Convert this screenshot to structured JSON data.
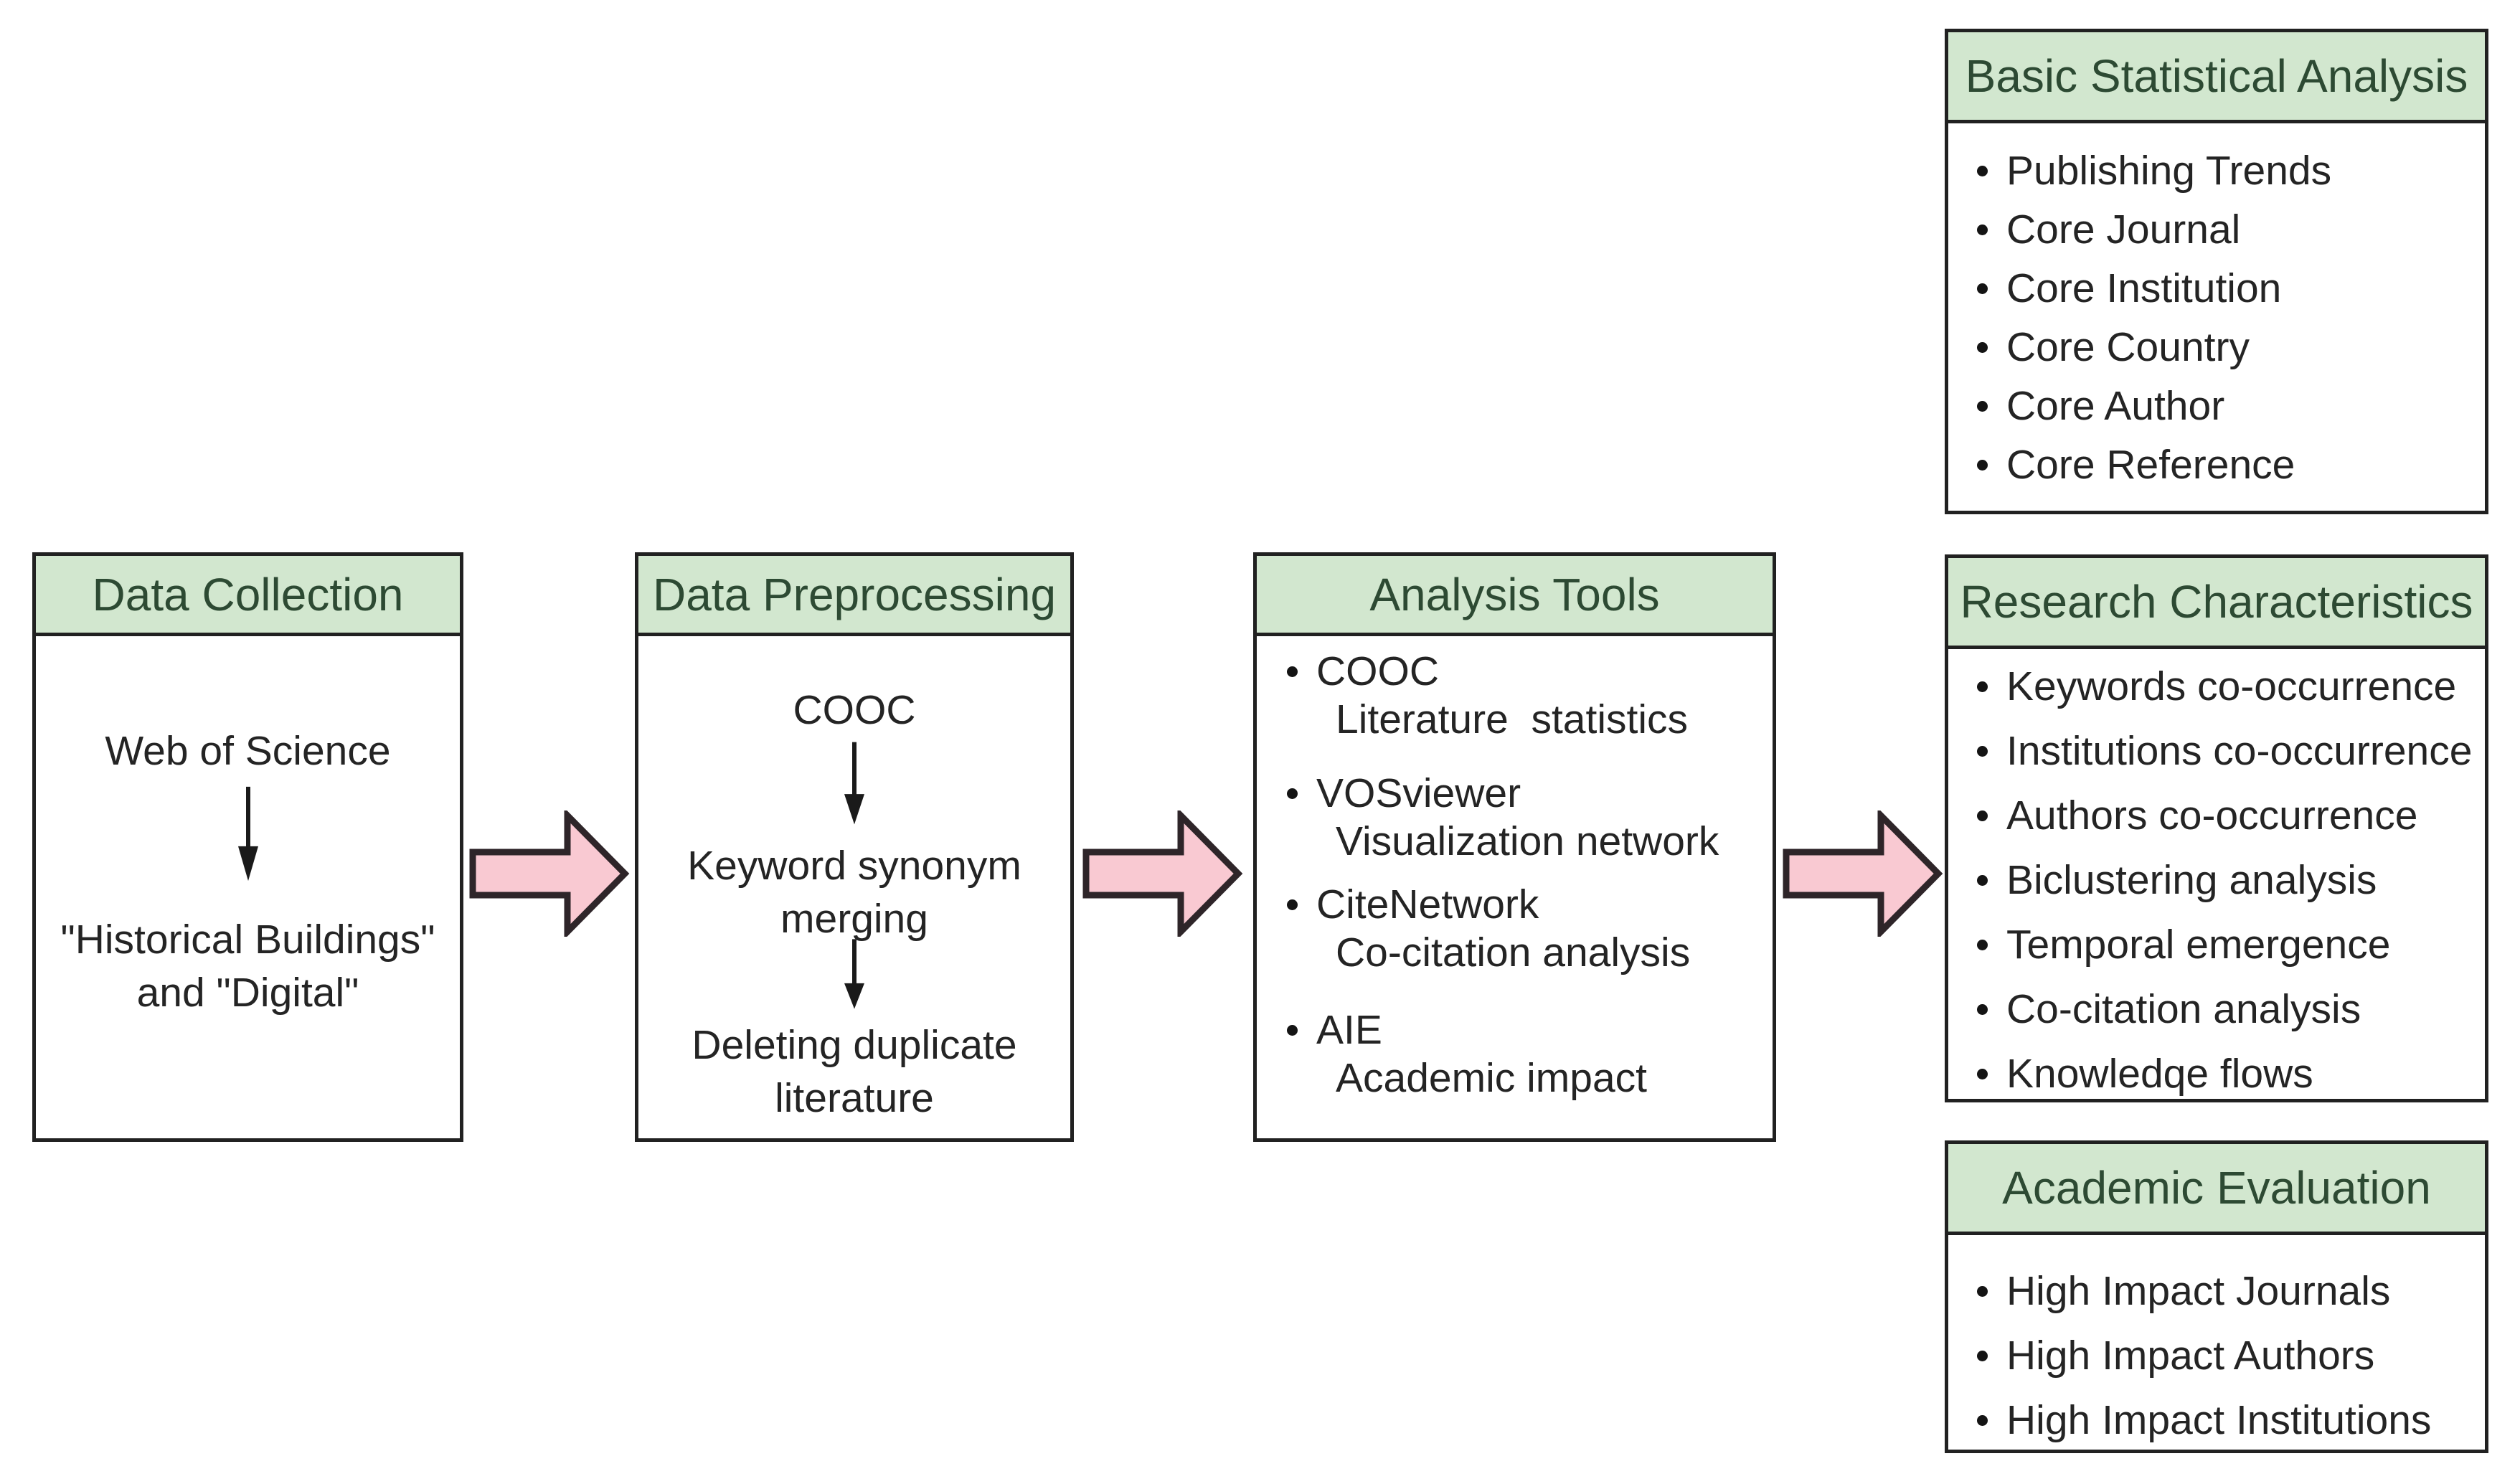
{
  "diagram": {
    "data_collection": {
      "title": "Data Collection",
      "source": "Web of Science",
      "query_lines": [
        "\"Historical Buildings\"",
        "and \"Digital\""
      ]
    },
    "data_preprocessing": {
      "title": "Data Preprocessing",
      "steps": [
        "COOC",
        "Keyword synonym merging",
        "Deleting duplicate literature"
      ]
    },
    "analysis_tools": {
      "title": "Analysis Tools",
      "items": [
        {
          "name": "COOC",
          "desc": "Literature  statistics"
        },
        {
          "name": "VOSviewer",
          "desc": "Visualization network"
        },
        {
          "name": "CiteNetwork",
          "desc": "Co-citation analysis"
        },
        {
          "name": "AIE",
          "desc": "Academic impact"
        }
      ]
    },
    "outputs": [
      {
        "title": "Basic Statistical Analysis",
        "items": [
          "Publishing Trends",
          "Core Journal",
          "Core Institution",
          "Core Country",
          "Core Author",
          "Core Reference"
        ]
      },
      {
        "title": "Research Characteristics",
        "items": [
          "Keywords co-occurrence",
          "Institutions co-occurrence",
          "Authors co-occurrence",
          "Biclustering analysis",
          "Temporal emergence",
          "Co-citation analysis",
          "Knowledqe flows"
        ]
      },
      {
        "title": "Academic Evaluation",
        "items": [
          "High Impact Journals",
          "High Impact Authors",
          "High Impact Institutions"
        ]
      }
    ],
    "colors": {
      "header_fill": "#d2e7cf",
      "header_text": "#2d4a33",
      "box_border": "#212121",
      "body_text": "#242424",
      "arrow_fill": "#f9c9d2",
      "arrow_stroke": "#2e2529",
      "background": "#ffffff"
    }
  }
}
